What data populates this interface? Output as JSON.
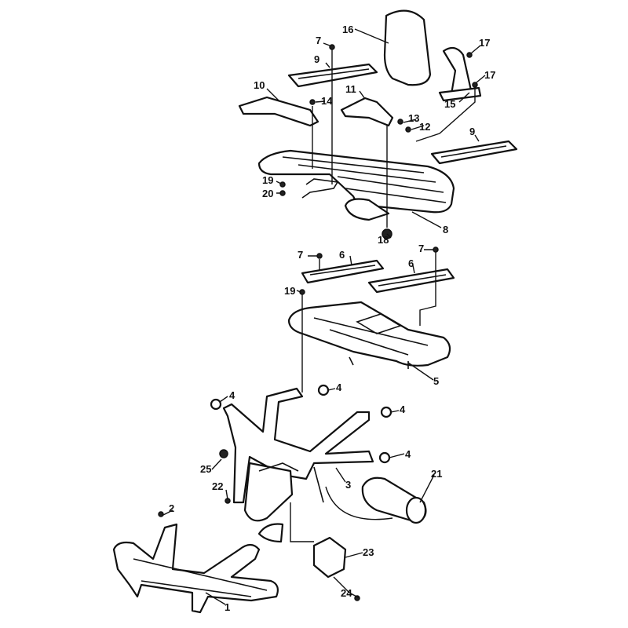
{
  "diagram": {
    "labels": {
      "l16": "16",
      "l17a": "17",
      "l17b": "17",
      "l15": "15",
      "l7a": "7",
      "l9a": "9",
      "l10": "10",
      "l11": "11",
      "l14": "14",
      "l13": "13",
      "l12": "12",
      "l9b": "9",
      "l19a": "19",
      "l20": "20",
      "l18": "18",
      "l8": "8",
      "l7b": "7",
      "l6a": "6",
      "l7c": "7",
      "l6b": "6",
      "l19b": "19",
      "l5": "5",
      "l4a": "4",
      "l4b": "4",
      "l4c": "4",
      "l4d": "4",
      "l25": "25",
      "l3": "3",
      "l21": "21",
      "l22": "22",
      "l2": "2",
      "l23": "23",
      "l24": "24",
      "l1": "1"
    }
  }
}
